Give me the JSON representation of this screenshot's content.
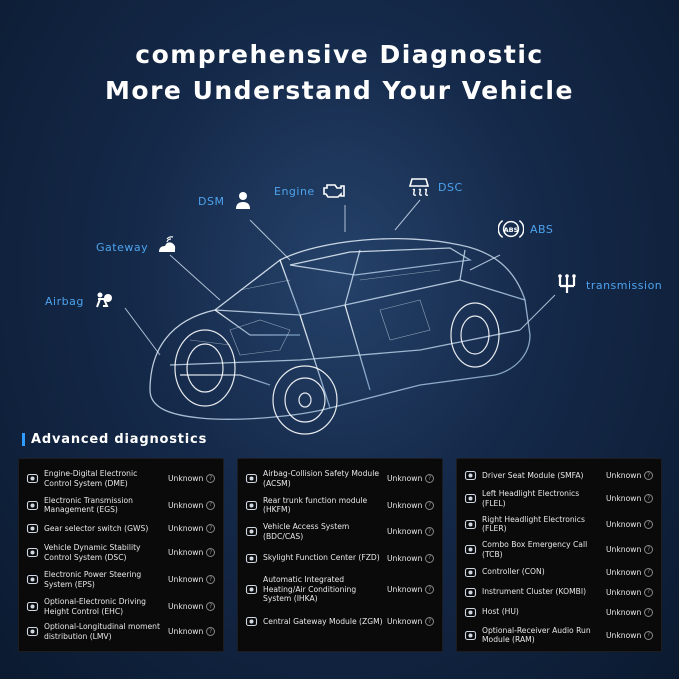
{
  "title_line1": "comprehensive Diagnostic",
  "title_line2": "More Understand Your Vehicle",
  "callouts": {
    "airbag": "Airbag",
    "gateway": "Gateway",
    "dsm": "DSM",
    "engine": "Engine",
    "dsc": "DSC",
    "abs": "ABS",
    "abs_icon_text": "ABS",
    "transmission": "transmission"
  },
  "section_title": "Advanced diagnostics",
  "accent_color": "#2f9bff",
  "status_label": "Unknown",
  "panels": [
    [
      {
        "icon": "engine-icon",
        "name": "Engine-Digital Electronic Control System (DME)",
        "status": "Unknown"
      },
      {
        "icon": "transmission-icon",
        "name": "Electronic Transmission Management (EGS)",
        "status": "Unknown"
      },
      {
        "icon": "gear-selector-icon",
        "name": "Gear selector switch (GWS)",
        "status": "Unknown"
      },
      {
        "icon": "stability-icon",
        "name": "Vehicle Dynamic Stability Control System (DSC)",
        "status": "Unknown"
      },
      {
        "icon": "steering-icon",
        "name": "Electronic Power Steering System (EPS)",
        "status": "Unknown"
      },
      {
        "icon": "suspension-icon",
        "name": "Optional-Electronic Driving Height Control (EHC)",
        "status": "Unknown"
      },
      {
        "icon": "chassis-icon",
        "name": "Optional-Longitudinal moment distribution (LMV)",
        "status": "Unknown"
      }
    ],
    [
      {
        "icon": "airbag-icon",
        "name": "Airbag-Collision Safety Module (ACSM)",
        "status": "Unknown"
      },
      {
        "icon": "trunk-icon",
        "name": "Rear trunk function module (HKFM)",
        "status": "Unknown"
      },
      {
        "icon": "car-access-icon",
        "name": "Vehicle Access System (BDC/CAS)",
        "status": "Unknown"
      },
      {
        "icon": "skylight-icon",
        "name": "Skylight Function Center (FZD)",
        "status": "Unknown"
      },
      {
        "icon": "climate-icon",
        "name": "Automatic Integrated Heating/Air Conditioning System (IHKA)",
        "status": "Unknown"
      },
      {
        "icon": "gateway-icon",
        "name": "Central Gateway Module (ZGM)",
        "status": "Unknown"
      }
    ],
    [
      {
        "icon": "seat-icon",
        "name": "Driver Seat Module (SMFA)",
        "status": "Unknown"
      },
      {
        "icon": "headlight-left-icon",
        "name": "Left Headlight Electronics (FLEL)",
        "status": "Unknown"
      },
      {
        "icon": "headlight-right-icon",
        "name": "Right Headlight Electronics (FLER)",
        "status": "Unknown"
      },
      {
        "icon": "emergency-call-icon",
        "name": "Combo Box Emergency Call (TCB)",
        "status": "Unknown"
      },
      {
        "icon": "controller-icon",
        "name": "Controller (CON)",
        "status": "Unknown"
      },
      {
        "icon": "instrument-cluster-icon",
        "name": "Instrument Cluster (KOMBI)",
        "status": "Unknown"
      },
      {
        "icon": "host-icon",
        "name": "Host (HU)",
        "status": "Unknown"
      },
      {
        "icon": "audio-icon",
        "name": "Optional-Receiver Audio Run Module (RAM)",
        "status": "Unknown"
      }
    ]
  ]
}
